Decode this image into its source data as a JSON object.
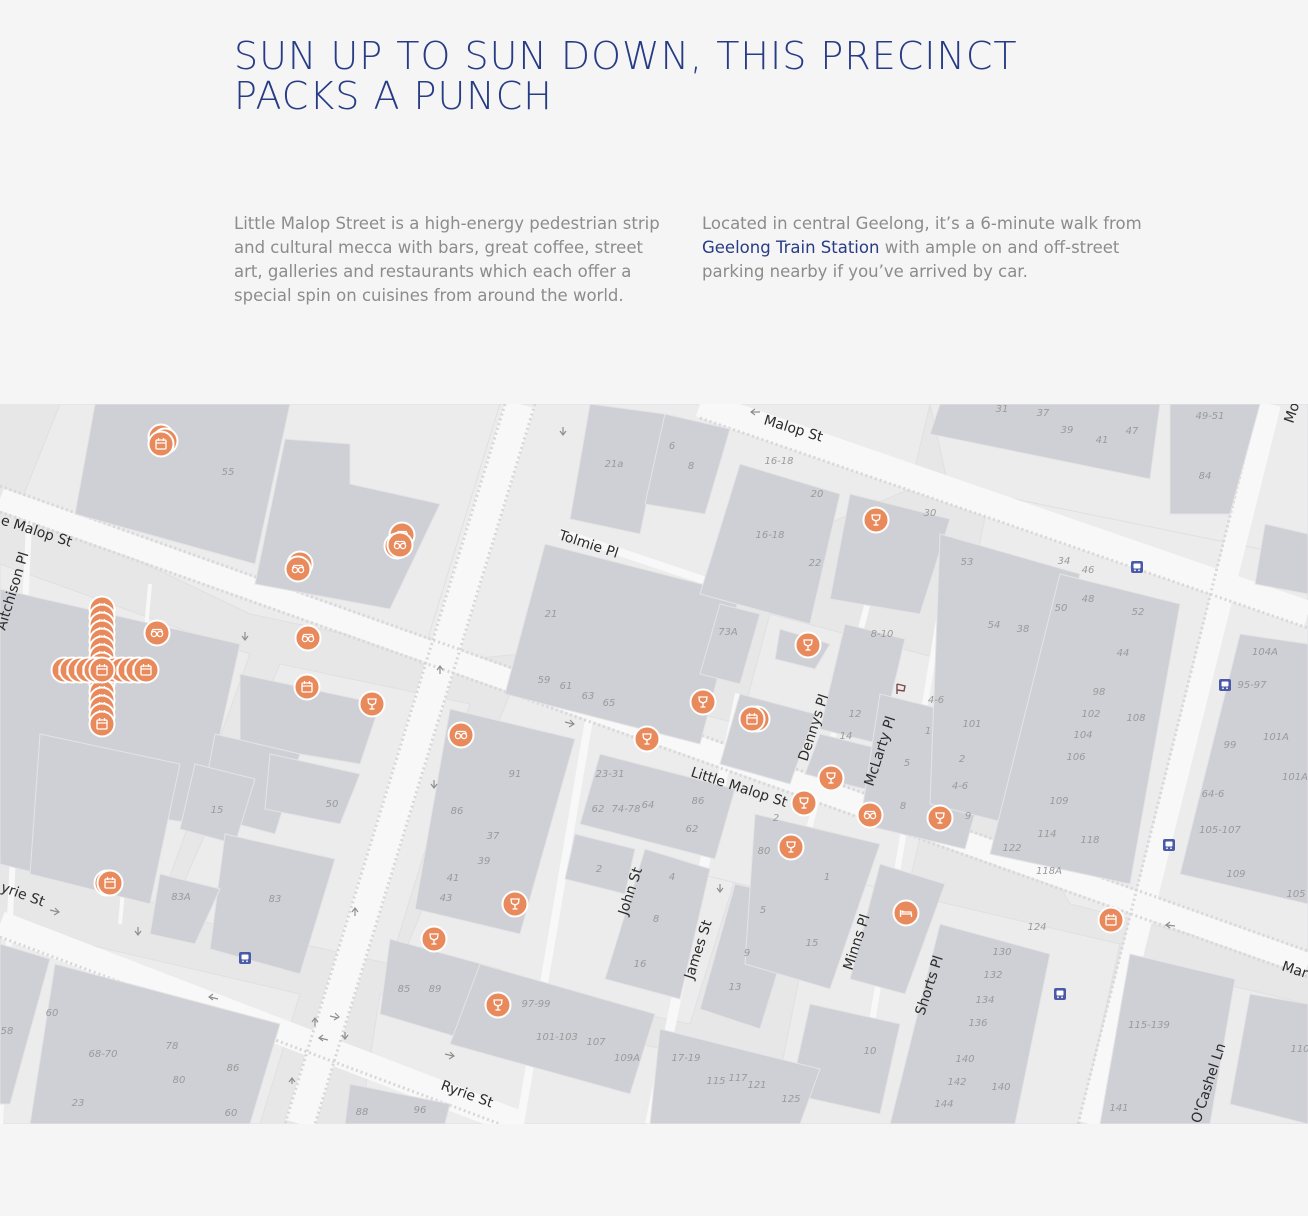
{
  "hero": {
    "title": "SUN UP TO SUN DOWN, THIS PRECINCT PACKS A PUNCH"
  },
  "intro": {
    "left_text": "Little Malop Street is a high-energy pedestrian strip and cultural mecca with bars, great coffee, street art, galleries and restaurants which each offer a special spin on cuisines from around the world.",
    "right_before": "Located in central Geelong, it’s a 6-minute walk from ",
    "right_link": "Geelong Train Station",
    "right_after": " with ample on and off-street parking nearby if you’ve arrived by car."
  },
  "map": {
    "colors": {
      "marker": "#e98a5c",
      "marker_border": "#ffffff",
      "building": "#cfd0d5",
      "road": "#f7f7f7",
      "transit": "#4a5aa8"
    },
    "streets": [
      {
        "id": "malop-st-top",
        "label": "Malop St"
      },
      {
        "id": "little-malop-st-left",
        "label": "e Malop St"
      },
      {
        "id": "tolmie-pl",
        "label": "Tolmie Pl"
      },
      {
        "id": "aitchison-pl",
        "label": "Aitchison Pl"
      },
      {
        "id": "little-malop-st",
        "label": "Little Malop St"
      },
      {
        "id": "dennys-pl",
        "label": "Dennys Pl"
      },
      {
        "id": "mclarty-pl",
        "label": "McLarty Pl"
      },
      {
        "id": "john-st",
        "label": "John St"
      },
      {
        "id": "james-st",
        "label": "James St"
      },
      {
        "id": "minns-pl",
        "label": "Minns Pl"
      },
      {
        "id": "shorts-pl",
        "label": "Shorts Pl"
      },
      {
        "id": "ryrie-st-left",
        "label": "yrie St"
      },
      {
        "id": "ryrie-st",
        "label": "Ryrie St"
      },
      {
        "id": "ocashel-ln",
        "label": "O'Cashel Ln"
      },
      {
        "id": "mar-st",
        "label": "Mar"
      },
      {
        "id": "moo-st",
        "label": "Mo"
      }
    ],
    "lot_numbers": [
      "55",
      "21a",
      "6",
      "8",
      "16-18",
      "20",
      "16-18",
      "22",
      "30",
      "21",
      "73A",
      "8-10",
      "59",
      "61",
      "63",
      "65",
      "12",
      "14",
      "37",
      "31",
      "39",
      "41",
      "47",
      "49-51",
      "84",
      "53",
      "34",
      "46",
      "50",
      "48",
      "52",
      "54",
      "38",
      "44",
      "98",
      "102",
      "104",
      "106",
      "108",
      "104A",
      "95-97",
      "99",
      "101A",
      "101A",
      "64-6",
      "105-107",
      "109",
      "105",
      "109",
      "114",
      "118",
      "118A",
      "122",
      "101",
      "2",
      "4-6",
      "4-6",
      "1",
      "5",
      "9",
      "8",
      "91",
      "23-31",
      "62",
      "64",
      "86",
      "74-78",
      "62",
      "2",
      "80",
      "1",
      "86",
      "37",
      "39",
      "41",
      "43",
      "2",
      "4",
      "8",
      "16",
      "5",
      "9",
      "13",
      "15",
      "50",
      "15",
      "83A",
      "83",
      "124",
      "130",
      "132",
      "134",
      "136",
      "140",
      "142",
      "140",
      "144",
      "115-139",
      "141",
      "110",
      "60",
      "58",
      "68-70",
      "78",
      "80",
      "86",
      "23",
      "60",
      "85",
      "89",
      "97-99",
      "101-103",
      "107",
      "109A",
      "17-19",
      "115",
      "117",
      "121",
      "125",
      "10",
      "88",
      "96"
    ],
    "markers": [
      {
        "icon": "calendar-icon",
        "kind": "event"
      },
      {
        "icon": "glasses-icon",
        "kind": "culture"
      },
      {
        "icon": "cocktail-icon",
        "kind": "bar"
      },
      {
        "icon": "bed-icon",
        "kind": "accommodation"
      }
    ],
    "transit_icons": [
      "bus-icon",
      "bus-icon",
      "bus-icon",
      "bus-icon",
      "bus-icon"
    ]
  }
}
